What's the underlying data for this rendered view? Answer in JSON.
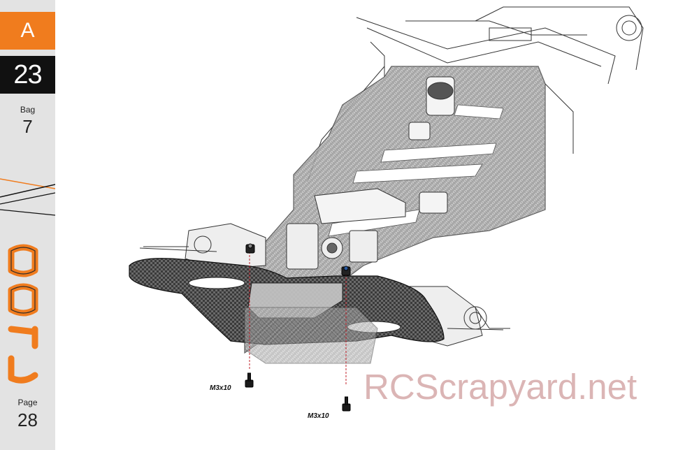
{
  "sidebar": {
    "section": "A",
    "step": "23",
    "bag_label": "Bag",
    "bag_number": "7",
    "page_label": "Page",
    "page_number": "28",
    "accent_color": "#f07c1e"
  },
  "callouts": {
    "screw_left": "M3x10",
    "screw_right": "M3x10"
  },
  "watermark": "RCScrapyard.net"
}
